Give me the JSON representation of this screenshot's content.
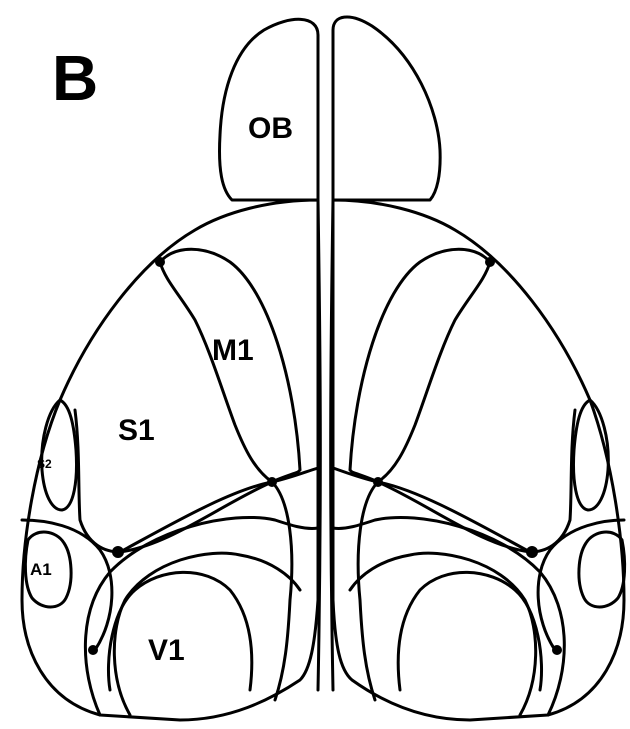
{
  "panel_letter": "B",
  "regions": {
    "olfactory_bulb": "OB",
    "primary_motor": "M1",
    "primary_somatosensory": "S1",
    "secondary_somatosensory": "S2",
    "primary_auditory": "A1",
    "primary_visual": "V1"
  },
  "colors": {
    "line": "#000000",
    "background": "#ffffff"
  }
}
